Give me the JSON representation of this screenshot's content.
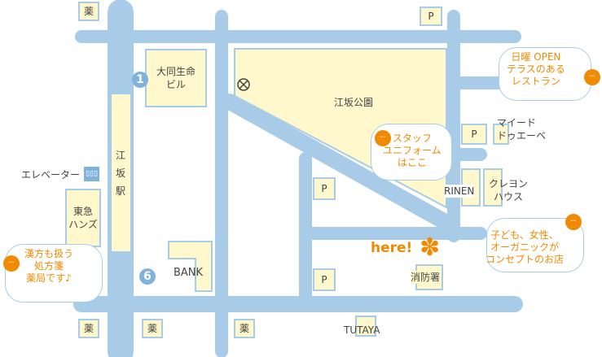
{
  "places": {
    "kusuri": "薬",
    "parking": "P",
    "daido": "大同生命\nビル",
    "park": "江坂公園",
    "station": "江坂駅",
    "elevator": "エレベーター",
    "tokyu": "東急\nハンズ",
    "bank": "BANK",
    "mydo": "マイード\nドゥエーベ",
    "rinen": "RINEN",
    "crayon": "クレヨン\nハウス",
    "fire": "消防署",
    "tutaya": "TUTAYA",
    "here": "here!"
  },
  "exits": [
    "1",
    "6"
  ],
  "callouts": {
    "restaurant": "日曜 OPEN\nテラスのある\nレストラン",
    "staff": "スタッフ\nユニフォーム\nはここ",
    "crayon_note": "子ども、女性、\nオーガニックが\nコンセプトのお店",
    "pharmacy": "漢方も扱う\n処方箋\n薬局です♪"
  },
  "colors": {
    "road": "#a8cce8",
    "building": "#fff8cc",
    "accent": "#f08a00"
  }
}
